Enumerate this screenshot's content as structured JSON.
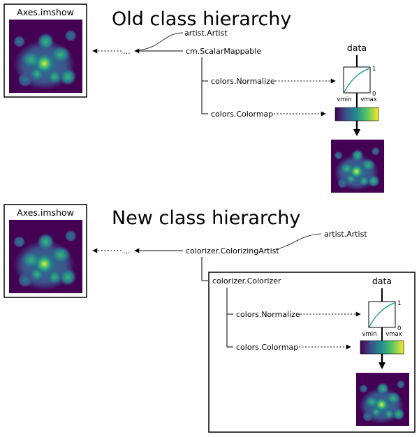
{
  "old": {
    "title": "Old class hierarchy",
    "imshow_caption": "Axes.imshow",
    "ellipsis": "...",
    "artist": "artist.Artist",
    "mappable": "cm.ScalarMappable",
    "normalize": "colors.Normalize",
    "colormap": "colors.Colormap",
    "data_label": "data",
    "norm_one": "1",
    "norm_zero": "0",
    "vmin": "vmin",
    "vmax": "vmax"
  },
  "new": {
    "title": "New class hierarchy",
    "imshow_caption": "Axes.imshow",
    "ellipsis": "...",
    "artist": "artist.Artist",
    "colorizing_artist": "colorizer.ColorizingArtist",
    "colorizer": "colorizer.Colorizer",
    "normalize": "colors.Normalize",
    "colormap": "colors.Colormap",
    "data_label": "data",
    "norm_one": "1",
    "norm_zero": "0",
    "vmin": "vmin",
    "vmax": "vmax"
  },
  "colors": {
    "viridis_dark": "#440154",
    "viridis_mid": "#21918c",
    "viridis_light": "#fde725",
    "norm_curve": "#2ca59a"
  }
}
